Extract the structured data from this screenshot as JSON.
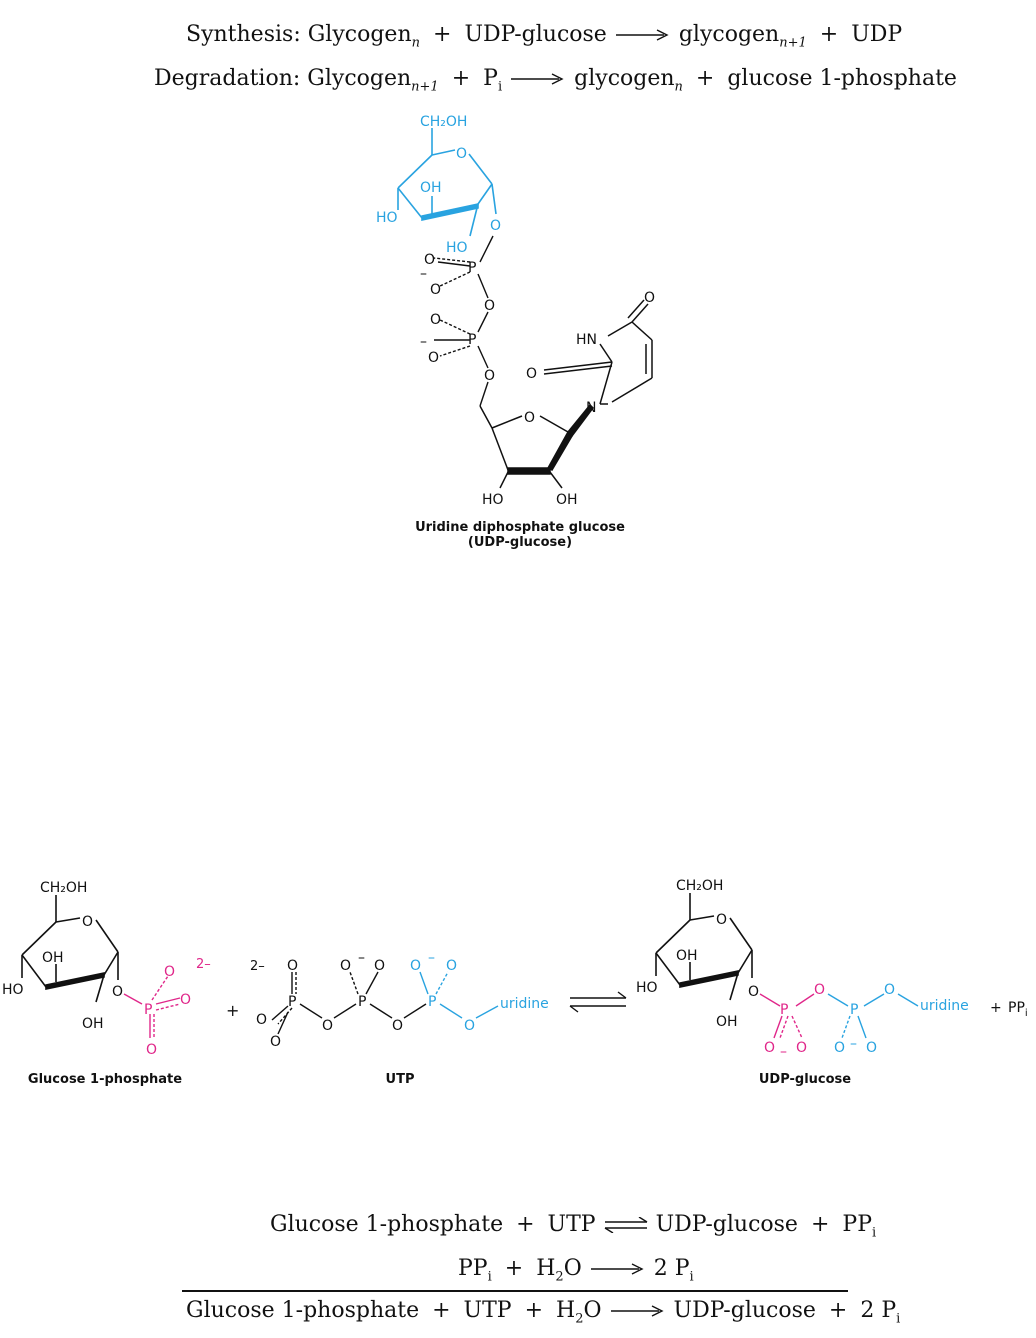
{
  "equations": {
    "synthesis": {
      "label": "Synthesis:",
      "reactant1": "Glycogen",
      "reactant1_sub": "n",
      "plus1": "+",
      "reactant2": "UDP-glucose",
      "product1": "glycogen",
      "product1_sub": "n+1",
      "plus2": "+",
      "product2": "UDP"
    },
    "degradation": {
      "label": "Degradation:",
      "reactant1": "Glycogen",
      "reactant1_sub": "n+1",
      "plus1": "+",
      "reactant2": "P",
      "reactant2_sub": "i",
      "product1": "glycogen",
      "product1_sub": "n",
      "plus2": "+",
      "product2": "glucose 1-phosphate"
    }
  },
  "udp_glucose_structure": {
    "caption_line1": "Uridine diphosphate glucose",
    "caption_line2": "(UDP-glucose)",
    "atoms": {
      "ch2oh": "CH₂OH",
      "ring_o": "O",
      "oh3": "OH",
      "ho4": "HO",
      "ho2": "HO",
      "link_o": "O",
      "p1": "P",
      "p1_o_left": "O",
      "p1_o_bottom": "O",
      "charge1": "–",
      "bridge_o": "O",
      "p2": "P",
      "p2_o_top": "O",
      "p2_o_bottom": "O",
      "charge2": "–",
      "o5": "O",
      "ribose_o": "O",
      "ribose_ho": "HO",
      "ribose_oh": "OH",
      "n1": "N",
      "hn": "HN",
      "c2_o": "O",
      "c4_o": "O"
    }
  },
  "reaction_scheme": {
    "glucose1p_caption": "Glucose 1-phosphate",
    "utp_caption": "UTP",
    "udpglc_caption": "UDP-glucose",
    "plus": "+",
    "plus_ppi": "+",
    "ppi": "PP",
    "ppi_sub": "i",
    "charge_g1p": "2–",
    "charge_utp": "2–",
    "uridine": "uridine",
    "atoms": {
      "ch2oh": "CH₂OH",
      "ring_o": "O",
      "oh": "OH",
      "ho": "HO",
      "oh2": "OH",
      "o": "O",
      "p": "P",
      "minus": "–"
    }
  },
  "summary": {
    "line1": {
      "r1": "Glucose 1-phosphate",
      "plus1": "+",
      "r2": "UTP",
      "p1": "UDP-glucose",
      "plus2": "+",
      "p2": "PP",
      "p2_sub": "i"
    },
    "line2": {
      "r1": "PP",
      "r1_sub": "i",
      "plus1": "+",
      "r2": "H",
      "r2_sub": "2",
      "r2_tail": "O",
      "p1": "2 P",
      "p1_sub": "i"
    },
    "line3": {
      "r1": "Glucose 1-phosphate",
      "plus1": "+",
      "r2": "UTP",
      "plus2": "+",
      "r3": "H",
      "r3_sub": "2",
      "r3_tail": "O",
      "p1": "UDP-glucose",
      "plus3": "+",
      "p2": "2 P",
      "p2_sub": "i"
    }
  },
  "colors": {
    "glucose_blue": "#29a3e0",
    "phosphate_magenta": "#e0278a",
    "ink": "#111111"
  }
}
